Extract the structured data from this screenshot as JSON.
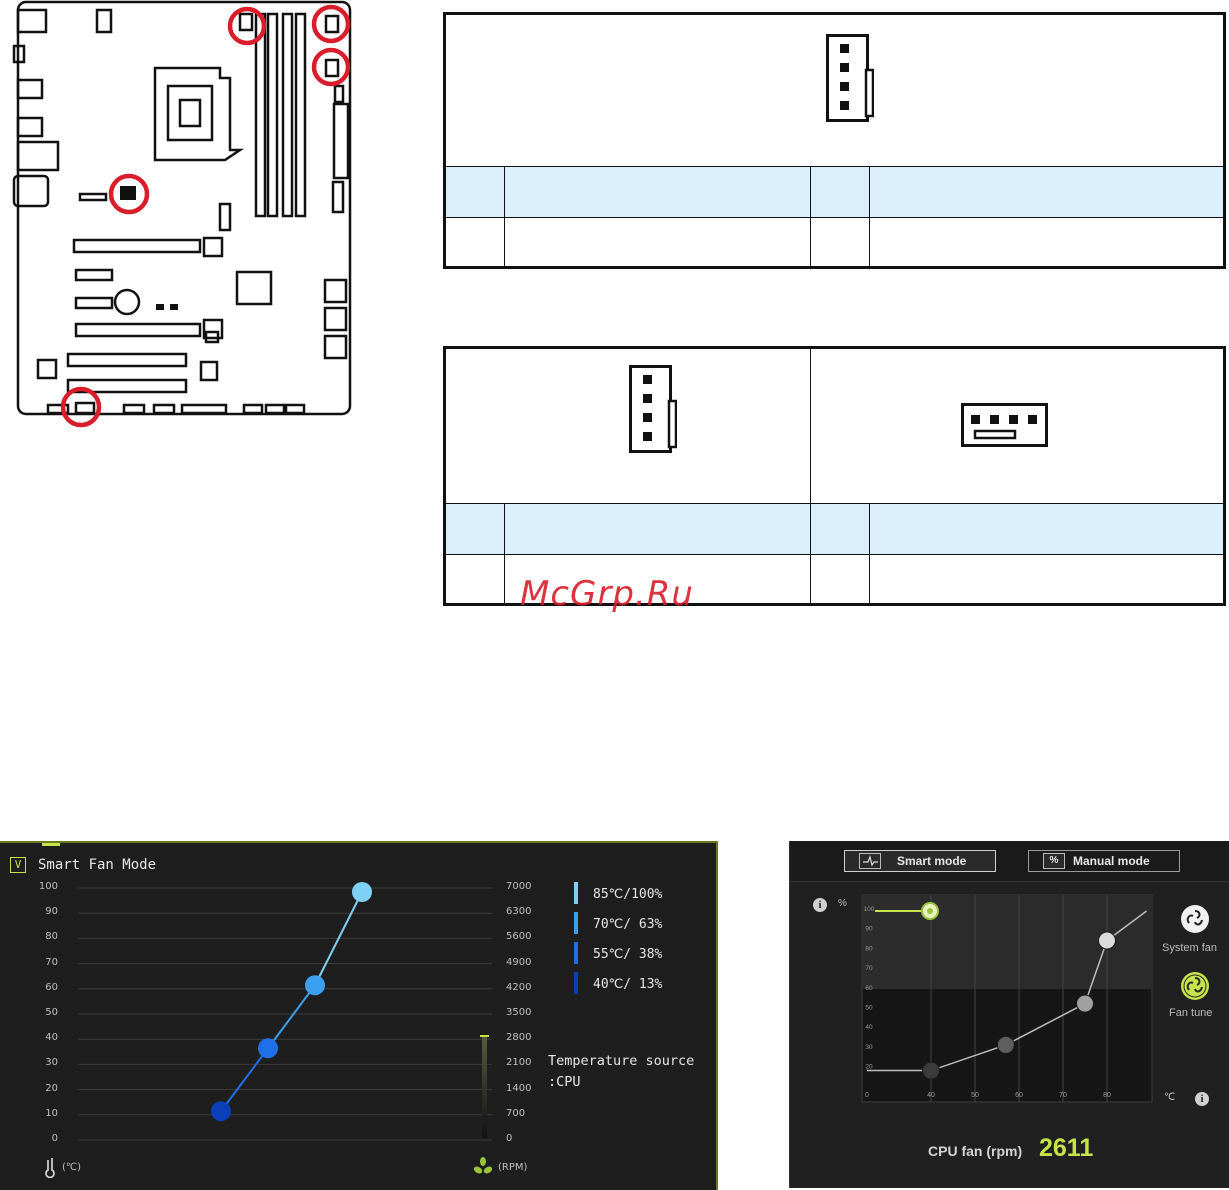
{
  "watermark": "McGrp.Ru",
  "smart_fan": {
    "checkbox": "V",
    "title": "Smart Fan Mode",
    "y_ticks_left": [
      "100",
      "90",
      "80",
      "70",
      "60",
      "50",
      "40",
      "30",
      "20",
      "10",
      "0"
    ],
    "y_ticks_right": [
      "7000",
      "6300",
      "5600",
      "4900",
      "4200",
      "3500",
      "2800",
      "2100",
      "1400",
      "700",
      "0"
    ],
    "left_unit": "(℃)",
    "right_unit": "(RPM)",
    "legend": [
      {
        "text": "85℃/100%",
        "color": "#7fd0f5"
      },
      {
        "text": "70℃/ 63%",
        "color": "#3aa0ef"
      },
      {
        "text": "55℃/ 38%",
        "color": "#1f6fe8"
      },
      {
        "text": "40℃/ 13%",
        "color": "#0a3fb8"
      }
    ],
    "temperature_source_label": "Temperature source",
    "temperature_source_value": ":CPU",
    "colors": {
      "accent": "#c7e34a",
      "background": "#1e1e1e"
    }
  },
  "fan_tune": {
    "smart_mode_label": "Smart mode",
    "manual_mode_label": "Manual mode",
    "manual_mode_icon": "%",
    "percent_label": "%",
    "celsius_label": "℃",
    "y_ticks": [
      "100",
      "90",
      "80",
      "70",
      "60",
      "50",
      "40",
      "30",
      "20"
    ],
    "x_ticks": [
      "0",
      "40",
      "50",
      "60",
      "70",
      "80"
    ],
    "system_fan_label": "System fan",
    "fan_tune_label": "Fan tune",
    "cpu_fan_label": "CPU fan (rpm)",
    "cpu_fan_value": "2611",
    "colors": {
      "accent": "#c7e34a"
    }
  },
  "chart_data": [
    {
      "type": "line",
      "title": "Smart Fan Mode",
      "xlabel": "",
      "ylabel": "(℃)",
      "y2label": "(RPM)",
      "ylim": [
        0,
        100
      ],
      "y2lim": [
        0,
        7000
      ],
      "points": [
        {
          "temp": 40,
          "duty": 13
        },
        {
          "temp": 55,
          "duty": 38
        },
        {
          "temp": 70,
          "duty": 63
        },
        {
          "temp": 85,
          "duty": 100
        }
      ],
      "legend": [
        "85℃/100%",
        "70℃/ 63%",
        "55℃/ 38%",
        "40℃/ 13%"
      ]
    },
    {
      "type": "line",
      "x_ticks": [
        "0",
        "40",
        "50",
        "60",
        "70",
        "80"
      ],
      "y_ticks": [
        "100",
        "90",
        "80",
        "70",
        "60",
        "50",
        "40",
        "30",
        "20"
      ],
      "series": [
        {
          "values": [
            [
              0,
              18
            ],
            [
              40,
              18
            ],
            [
              57,
              31
            ],
            [
              75,
              52
            ],
            [
              80,
              84
            ],
            [
              89,
              99
            ]
          ]
        }
      ]
    }
  ]
}
